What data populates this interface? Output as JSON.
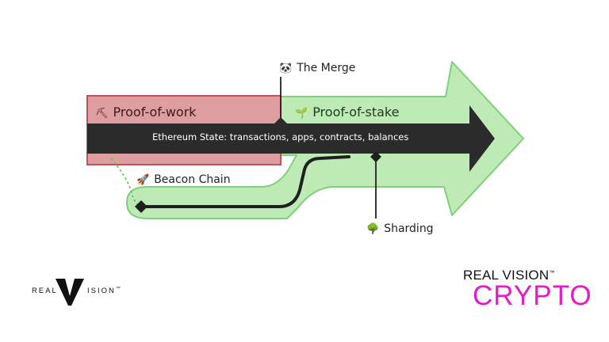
{
  "diagram": {
    "proof_of_work": {
      "label": "Proof-of-work",
      "icon": "pickaxe-icon",
      "color": "#de9d9f",
      "border": "#c0505a"
    },
    "proof_of_stake": {
      "label": "Proof-of-stake",
      "icon": "seedling-icon",
      "color": "#bdeab5",
      "border": "#7fd07a"
    },
    "the_merge": {
      "label": "The Merge",
      "icon": "panda-icon"
    },
    "beacon_chain": {
      "label": "Beacon Chain",
      "icon": "rocket-icon"
    },
    "sharding": {
      "label": "Sharding",
      "icon": "tree-icon"
    },
    "ethereum_state": {
      "label": "Ethereum State: transactions, apps, contracts, balances",
      "color": "#2b2b2b"
    }
  },
  "branding": {
    "left_logo": {
      "left_text": "REAL",
      "right_text": "ISION",
      "trademark": "™"
    },
    "right_logo": {
      "top": "REAL VISION",
      "trademark": "™",
      "bottom": "CRYPTO",
      "accent": "#e21cc6"
    }
  }
}
